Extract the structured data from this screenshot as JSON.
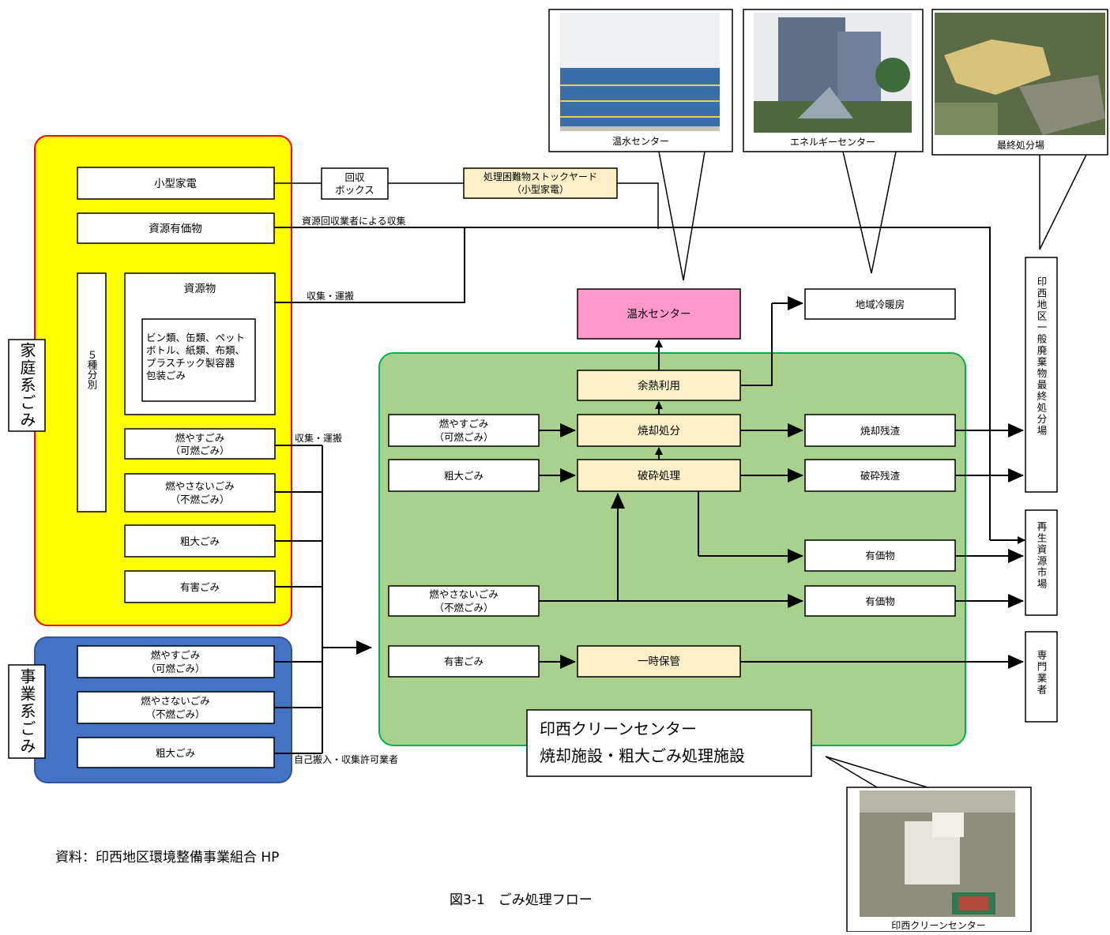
{
  "household": {
    "label": "家庭系ごみ",
    "small_appliances": "小型家電",
    "valuables": "資源有価物",
    "five_sort": "５種分別",
    "resources_title": "資源物",
    "resources_detail": [
      "ビン類、缶類、ペット",
      "ボトル、紙類、布類、",
      "プラスチック製容器",
      "包装ごみ"
    ],
    "burnable": [
      "燃やすごみ",
      "（可燃ごみ）"
    ],
    "nonburnable": [
      "燃やさないごみ",
      "（不燃ごみ）"
    ],
    "bulky": "粗大ごみ",
    "hazardous": "有害ごみ"
  },
  "business": {
    "label": "事業系ごみ",
    "burnable": [
      "燃やすごみ",
      "（可燃ごみ）"
    ],
    "nonburnable": [
      "燃やさないごみ",
      "（不燃ごみ）"
    ],
    "bulky": "粗大ごみ"
  },
  "collection_box": [
    "回収",
    "ボックス"
  ],
  "stockyard": [
    "処理困難物ストックヤード",
    "（小型家電）"
  ],
  "labels": {
    "recycler_collection": "資源回収業者による収集",
    "collect_transport_1": "収集・運搬",
    "collect_transport_2": "収集・運搬",
    "self_delivery": "自己搬入・収集許可業者"
  },
  "center": {
    "title_line1": "印西クリーンセンター",
    "title_line2": "焼却施設・粗大ごみ処理施設",
    "in_burnable": [
      "燃やすごみ",
      "（可燃ごみ）"
    ],
    "in_bulky": "粗大ごみ",
    "in_nonburnable": [
      "燃やさないごみ",
      "（不燃ごみ）"
    ],
    "in_hazardous": "有害ごみ",
    "incineration": "焼却処分",
    "crushing": "破砕処理",
    "heat_use": "余熱利用",
    "temp_storage": "一時保管",
    "incineration_residue": "焼却残渣",
    "crushing_residue": "破砕残渣",
    "valuables_1": "有価物",
    "valuables_2": "有価物"
  },
  "hot_water_center": "温水センター",
  "district_heating": "地域冷暖房",
  "destinations": {
    "landfill": "印西地区一般廃棄物最終処分場",
    "recycled_market": "再生資源市場",
    "specialist": "専門業者"
  },
  "photos": {
    "hot_water": "温水センター",
    "energy": "エネルギーセンター",
    "final_disposal": "最終処分場",
    "clean_center": "印西クリーンセンター"
  },
  "source_note": "資料：印西地区環境整備事業組合 HP",
  "figure_caption": "図3-1　ごみ処理フロー",
  "colors": {
    "household_fill": "#ffff00",
    "household_border": "#ff0000",
    "business_fill": "#4472c4",
    "business_border": "#2f5597",
    "center_fill": "#a9d18e",
    "center_border": "#00b050",
    "hot_water_fill": "#ff99cc",
    "process_fill": "#fdf0c8"
  }
}
